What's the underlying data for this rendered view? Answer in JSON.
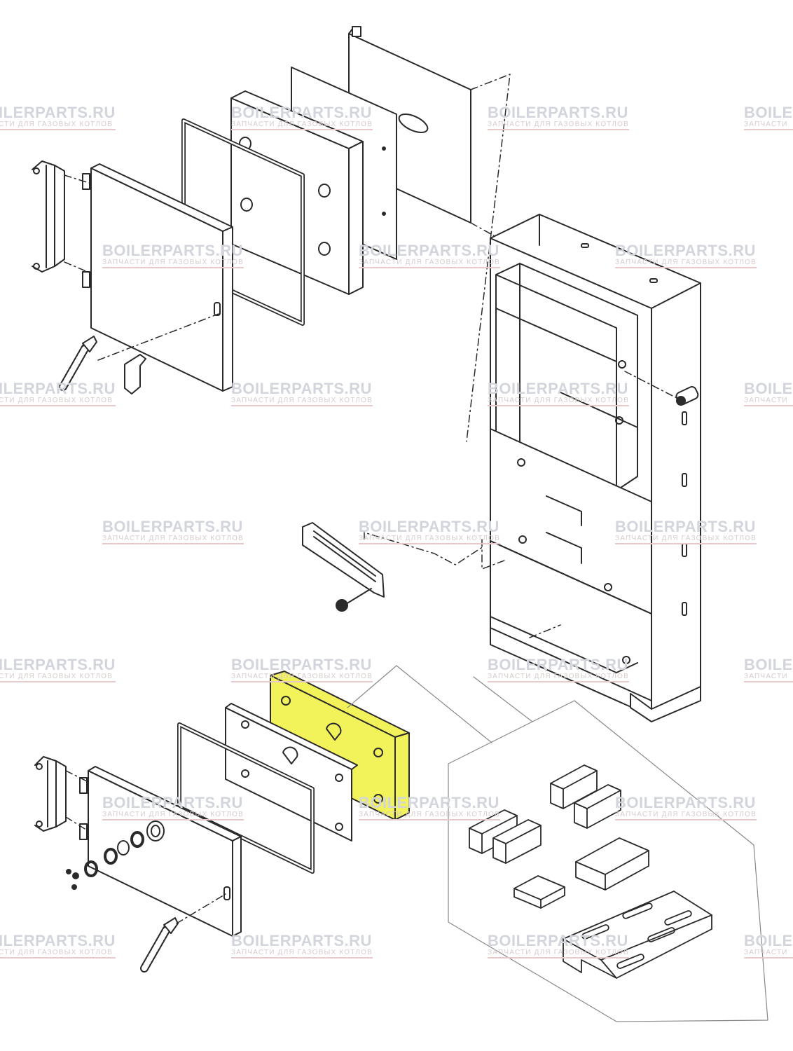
{
  "colors": {
    "line": "#2a2a2a",
    "fill": "#ffffff",
    "highlight": "#f2f25a",
    "watermark_text": "#d3d5dc",
    "watermark_sub": "#d7cbcb",
    "watermark_underline": "#e8c9c9"
  },
  "watermark": {
    "brand": "BOILERPARTS.RU",
    "subtitle": "ЗАПЧАСТИ ДЛЯ ГАЗОВЫХ КОТЛОВ",
    "clipped_brand_left": "ILERPARTS.RU",
    "clipped_sub_left": "СТИ ДЛЯ ГАЗОВЫХ КОТЛОВ",
    "clipped_brand_right": "BOILE",
    "clipped_sub_right": "ЗАПЧАСТИ"
  },
  "highlighted_part": "insulation-block-highlighted"
}
